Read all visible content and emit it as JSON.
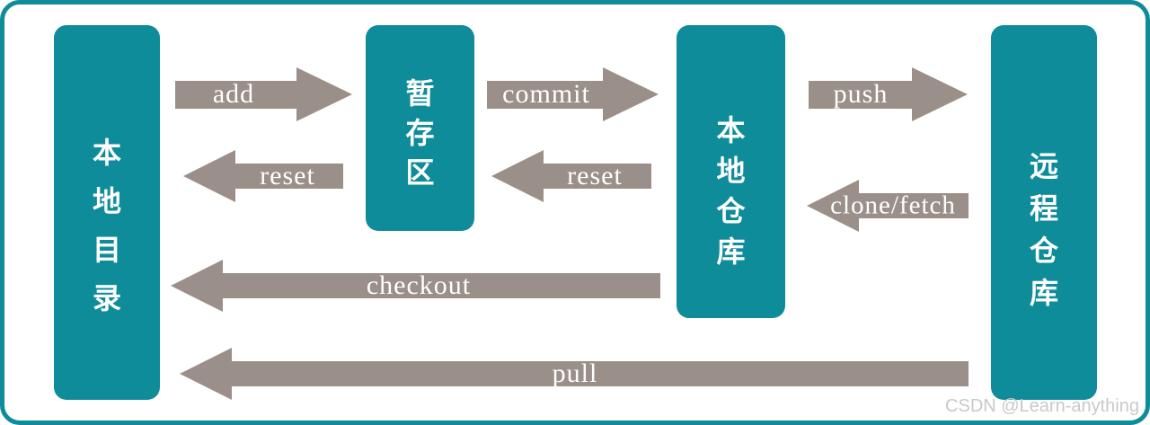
{
  "colors": {
    "node_fill": "#0E8C9A",
    "arrow_fill": "#9A9089",
    "node_text": "#FFFFFF",
    "arrow_text": "#FFFFFF",
    "frame_border": "#0E8C9A",
    "watermark_text": "#C9C9C9"
  },
  "nodes": [
    {
      "id": "local-directory",
      "label": "本地目录"
    },
    {
      "id": "staging-area",
      "label": "暂存区"
    },
    {
      "id": "local-repo",
      "label": "本地仓库"
    },
    {
      "id": "remote-repo",
      "label": "远程仓库"
    }
  ],
  "arrows": [
    {
      "label": "add",
      "direction": "right",
      "from": "local-directory",
      "to": "staging-area"
    },
    {
      "label": "reset",
      "direction": "left",
      "from": "staging-area",
      "to": "local-directory"
    },
    {
      "label": "commit",
      "direction": "right",
      "from": "staging-area",
      "to": "local-repo"
    },
    {
      "label": "reset",
      "direction": "left",
      "from": "local-repo",
      "to": "staging-area"
    },
    {
      "label": "push",
      "direction": "right",
      "from": "local-repo",
      "to": "remote-repo"
    },
    {
      "label": "clone/fetch",
      "direction": "left",
      "from": "remote-repo",
      "to": "local-repo"
    },
    {
      "label": "checkout",
      "direction": "left",
      "from": "local-repo",
      "to": "local-directory"
    },
    {
      "label": "pull",
      "direction": "left",
      "from": "remote-repo",
      "to": "local-directory"
    }
  ],
  "watermark": "CSDN @Learn-anything"
}
